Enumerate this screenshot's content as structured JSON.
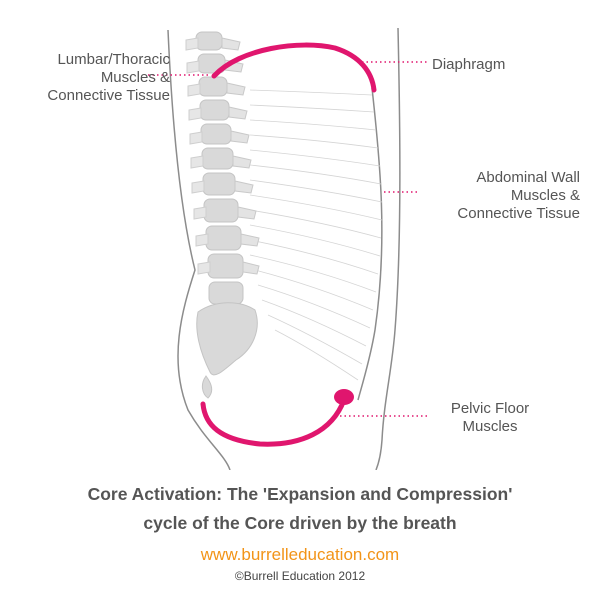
{
  "labels": {
    "lumbar": "Lumbar/Thoracic\nMuscles &\nConnective Tissue",
    "diaphragm": "Diaphragm",
    "abdominal": "Abdominal Wall\nMuscles &\nConnective Tissue",
    "pelvic": "Pelvic Floor\nMuscles"
  },
  "caption": {
    "line1": "Core Activation: The 'Expansion and Compression'",
    "line2": "cycle of the Core driven by the breath"
  },
  "website": "www.burrelleducation.com",
  "copyright": "©Burrell Education 2012",
  "colors": {
    "accent": "#e0166e",
    "body_outline": "#8c8c8c",
    "bone": "#d9d9d9",
    "text": "#555555",
    "website": "#f29418"
  }
}
